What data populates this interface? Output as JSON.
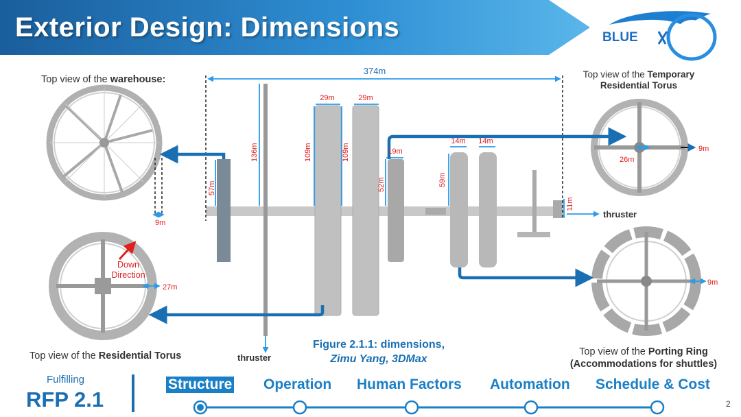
{
  "slide": {
    "title": "Exterior Design: Dimensions",
    "logo_text": "BLUE",
    "page_number": "2"
  },
  "views": {
    "warehouse_prefix": "Top view of the ",
    "warehouse_bold": "warehouse:",
    "temporary_prefix": "Top view of the ",
    "temporary_bold_1": "Temporary",
    "temporary_bold_2": "Residential Torus",
    "residential_prefix": "Top view of the ",
    "residential_bold": "Residential Torus",
    "porting_prefix": "Top view of the ",
    "porting_bold_1": "Porting Ring",
    "porting_bold_2": "(Accommodations for shuttles)"
  },
  "annotations": {
    "down_1": "Down",
    "down_2": "Direction",
    "thruster_right": "thruster",
    "thruster_bottom": "thruster"
  },
  "dimensions": {
    "total": "374m",
    "d136": "136m",
    "d109a": "109m",
    "d109b": "109m",
    "d29a": "29m",
    "d29b": "29m",
    "d19": "19m",
    "d52": "52m",
    "d14a": "14m",
    "d14b": "14m",
    "d59": "59m",
    "d57": "57m",
    "d11": "11m",
    "d9_warehouse": "9m",
    "d9_temp": "9m",
    "d26": "26m",
    "d27": "27m",
    "d9_port": "9m"
  },
  "figure": {
    "caption": "Figure 2.1.1: dimensions,",
    "credit": "Zimu Yang, 3DMax"
  },
  "footer": {
    "fulfilling": "Fulfilling",
    "rfp": "RFP 2.1",
    "nav": [
      "Structure",
      "Operation",
      "Human Factors",
      "Automation",
      "Schedule & Cost"
    ],
    "active_index": 0
  },
  "colors": {
    "brand_blue": "#1a6fb3",
    "nav_blue": "#1a7fc6",
    "dimension_red": "#e02020",
    "banner_dark": "#1a5e9c",
    "banner_light": "#3fa3e0"
  }
}
